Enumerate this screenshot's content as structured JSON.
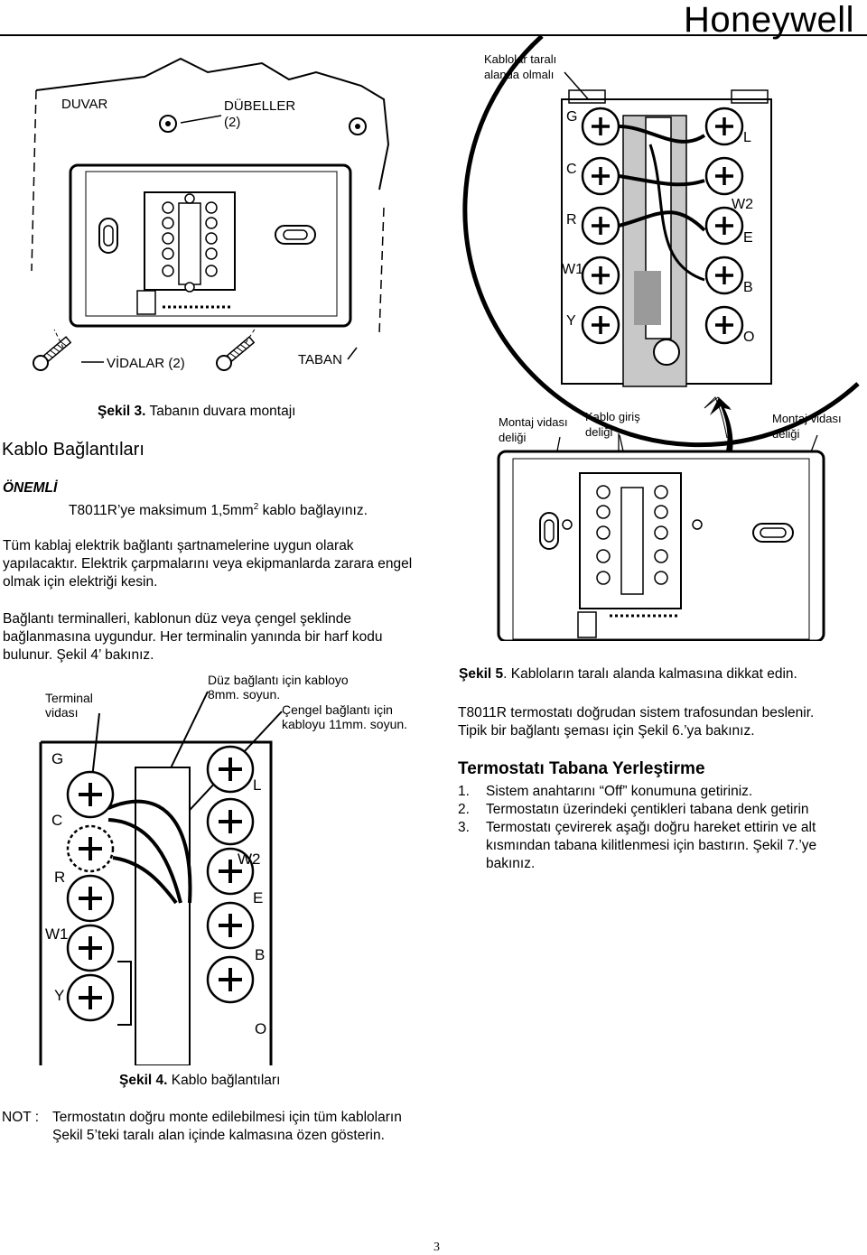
{
  "header": {
    "brand": "Honeywell"
  },
  "figure3": {
    "labels": {
      "wall": "DUVAR",
      "anchors": "DÜBELLER",
      "anchors_count": "(2)",
      "screws": "VİDALAR (2)",
      "base": "TABAN"
    },
    "caption_num": "Şekil 3.",
    "caption_text": " Tabanın duvara montajı"
  },
  "figure5": {
    "top_note_line1": "Kablolar taralı",
    "top_note_line2": "alanda olmalı",
    "terminals_left": [
      "G",
      "C",
      "R",
      "W1",
      "Y"
    ],
    "terminals_right": [
      "L",
      "W2",
      "E",
      "B",
      "O"
    ],
    "mount_hole_left_1": "Montaj vidası",
    "mount_hole_left_2": "deliği",
    "cable_entry_1": "Kablo giriş",
    "cable_entry_2": "deliği",
    "mount_hole_right_1": "Montaj vidası",
    "mount_hole_right_2": "deliği",
    "caption_num": "Şekil 5",
    "caption_text": ". Kabloların taralı alanda kalmasına dikkat edin."
  },
  "wiring": {
    "title": "Kablo Bağlantıları",
    "important_label": "ÖNEMLİ",
    "important_text_a": "T8011R’ye maksimum 1,5mm",
    "important_sup": "2",
    "important_text_b": " kablo bağlayınız.",
    "para1": "Tüm kablaj elektrik bağlantı şartnamelerine uygun olarak yapılacaktır. Elektrik çarpmalarını veya ekipmanlarda zarara engel olmak için elektriği kesin.",
    "para2": "Bağlantı terminalleri, kablonun düz veya çengel şeklinde bağlanmasına uygundur. Her terminalin yanında bir harf kodu bulunur. Şekil 4’ bakınız."
  },
  "figure4": {
    "terminal_screw_1": "Terminal",
    "terminal_screw_2": "vidası",
    "straight_1": "Düz bağlantı için kabloyo",
    "straight_2": "8mm. soyun.",
    "hook_1": "Çengel bağlantı için",
    "hook_2": "kabloyu 11mm. soyun.",
    "terminals_left": [
      "G",
      "C",
      "R",
      "W1",
      "Y"
    ],
    "terminals_right": [
      "L",
      "W2",
      "E",
      "B",
      "O"
    ],
    "caption_num": "Şekil 4.",
    "caption_text": " Kablo bağlantıları"
  },
  "right_text": {
    "power_line1": "T8011R termostatı doğrudan sistem trafosundan beslenir.",
    "power_line2": "Tipik bir bağlantı şeması için Şekil 6.’ya bakınız.",
    "mount_title": "Termostatı Tabana Yerleştirme",
    "steps": [
      {
        "num": "1.",
        "text": "Sistem anahtarını “Off” konumuna getiriniz."
      },
      {
        "num": "2.",
        "text": "Termostatın üzerindeki çentikleri tabana denk getirin"
      },
      {
        "num": "3.",
        "text": "Termostatı çevirerek aşağı doğru hareket ettirin ve alt kısmından tabana kilitlenmesi için bastırın. Şekil 7.’ye bakınız."
      }
    ]
  },
  "note": {
    "label": "NOT :",
    "text": "Termostatın doğru monte edilebilmesi için tüm kabloların Şekil 5’teki taralı alan içinde kalmasına özen gösterin."
  },
  "footer": {
    "page_number": "3"
  }
}
